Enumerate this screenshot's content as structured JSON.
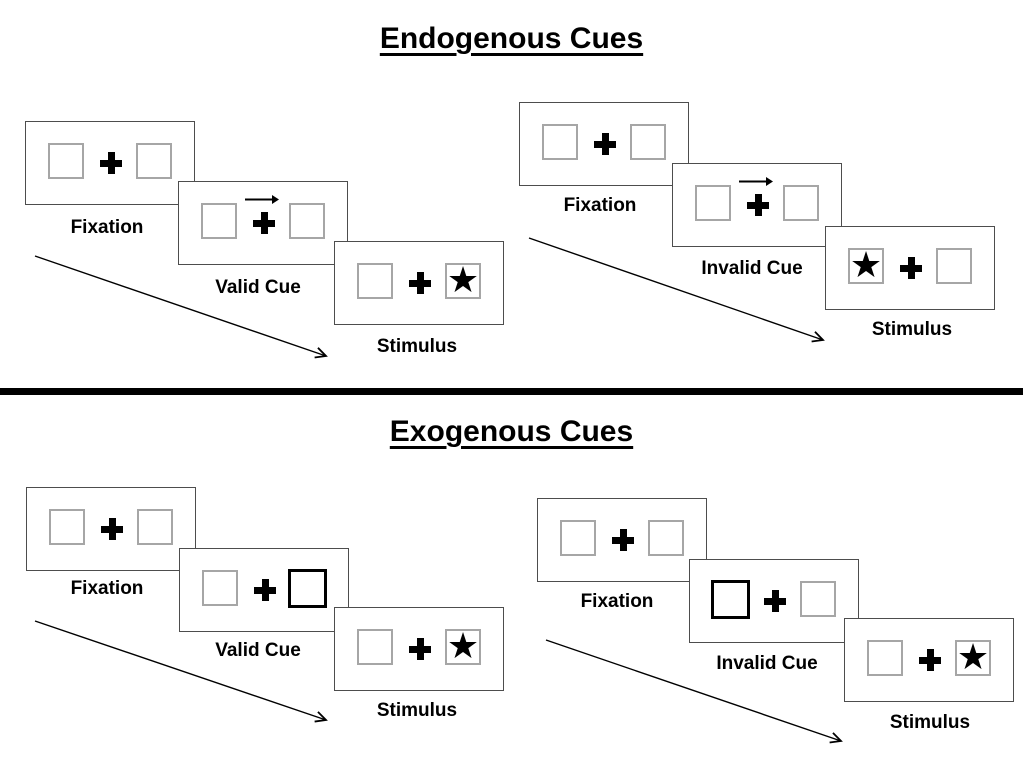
{
  "icons": {
    "star": "★",
    "fixation_cross": "plus-cross",
    "cue_arrow": "right-arrow"
  },
  "colors": {
    "background": "#ffffff",
    "panel_border": "#4d4d4d",
    "box_border": "#a6a6a6",
    "cue_box_border": "#000000",
    "ink": "#000000"
  },
  "sections": [
    {
      "title": "Endogenous Cues",
      "sequences": [
        {
          "type": "valid-cue-trial",
          "panels": [
            {
              "label": "Fixation",
              "left_box": "empty",
              "right_box": "empty",
              "cue_arrow": false
            },
            {
              "label": "Valid Cue",
              "left_box": "empty",
              "right_box": "empty",
              "cue_arrow": true
            },
            {
              "label": "Stimulus",
              "left_box": "empty",
              "right_box": "star",
              "cue_arrow": false
            }
          ]
        },
        {
          "type": "invalid-cue-trial",
          "panels": [
            {
              "label": "Fixation",
              "left_box": "empty",
              "right_box": "empty",
              "cue_arrow": false
            },
            {
              "label": "Invalid Cue",
              "left_box": "empty",
              "right_box": "empty",
              "cue_arrow": true
            },
            {
              "label": "Stimulus",
              "left_box": "star",
              "right_box": "empty",
              "cue_arrow": false
            }
          ]
        }
      ]
    },
    {
      "title": "Exogenous Cues",
      "sequences": [
        {
          "type": "valid-cue-trial",
          "panels": [
            {
              "label": "Fixation",
              "left_box": "empty",
              "right_box": "empty",
              "highlight_box": null
            },
            {
              "label": "Valid Cue",
              "left_box": "empty",
              "right_box": "thick-box",
              "highlight_box": "right"
            },
            {
              "label": "Stimulus",
              "left_box": "empty",
              "right_box": "star",
              "highlight_box": null
            }
          ]
        },
        {
          "type": "invalid-cue-trial",
          "panels": [
            {
              "label": "Fixation",
              "left_box": "empty",
              "right_box": "empty",
              "highlight_box": null
            },
            {
              "label": "Invalid Cue",
              "left_box": "thick-box",
              "right_box": "empty",
              "highlight_box": "left"
            },
            {
              "label": "Stimulus",
              "left_box": "empty",
              "right_box": "star",
              "highlight_box": null
            }
          ]
        }
      ]
    }
  ]
}
